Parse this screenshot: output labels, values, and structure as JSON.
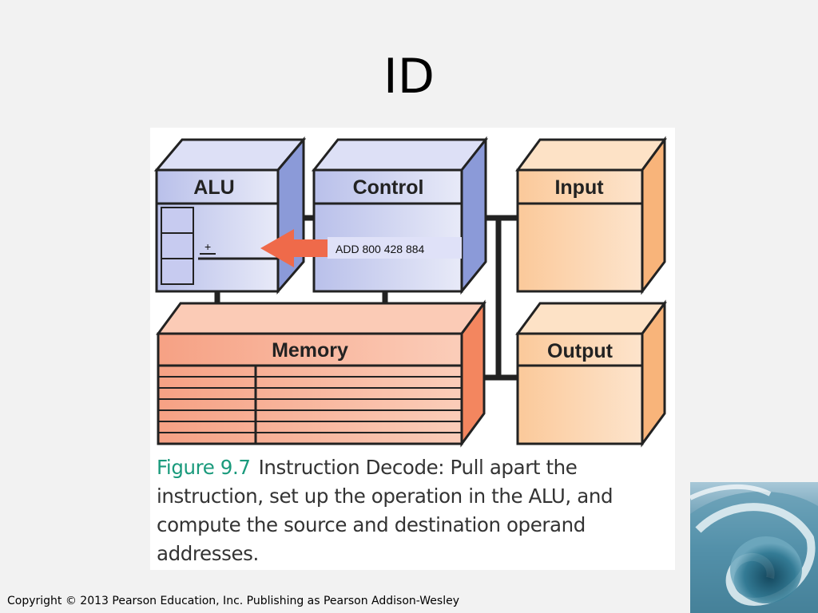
{
  "slide": {
    "title": "ID",
    "copyright": "Copyright © 2013 Pearson Education, Inc. Publishing as Pearson Addison-Wesley"
  },
  "figure": {
    "units": {
      "alu": "ALU",
      "control": "Control",
      "input": "Input",
      "output": "Output",
      "memory": "Memory"
    },
    "alu_operator": "+",
    "instruction": "ADD  800   428  884",
    "caption_number": "Figure 9.7",
    "caption_text": "Instruction Decode: Pull apart the instruction, set up the operation in the ALU, and compute the source and destination operand addresses."
  },
  "colors": {
    "blue_front": "#c9cef0",
    "blue_side": "#8b9ad8",
    "orange_front": "#fbd2ab",
    "orange_side": "#f8b47a",
    "salmon_front": "#f7aa8f",
    "salmon_side": "#f3865f",
    "arrow": "#ef6a4a",
    "caption_accent": "#1a9a7c"
  }
}
